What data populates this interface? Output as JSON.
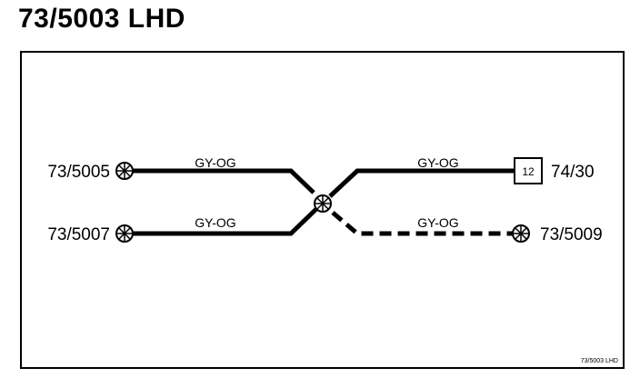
{
  "header": {
    "title": "73/5003 LHD"
  },
  "connectors": {
    "left_top": "73/5005",
    "left_bottom": "73/5007",
    "right_top": "74/30",
    "right_bottom": "73/5009"
  },
  "terminal": {
    "pin": "12"
  },
  "wires": {
    "top_left": "GY-OG",
    "bottom_left": "GY-OG",
    "top_right": "GY-OG",
    "bottom_right": "GY-OG"
  },
  "footer": {
    "ref": "73/5003 LHD"
  },
  "colors": {
    "line": "#000000",
    "background": "#ffffff"
  }
}
